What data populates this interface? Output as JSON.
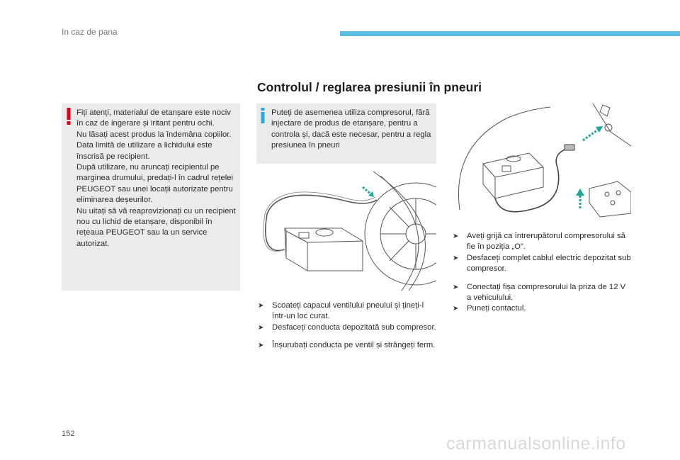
{
  "header": {
    "title": "In caz de pana"
  },
  "section": {
    "title": "Controlul / reglarea presiunii în pneuri"
  },
  "warning": {
    "lines": [
      "Fiți atenți, materialul de etanșare este nociv în caz de ingerare și iritant pentru ochi.",
      "Nu lăsați acest produs la îndemâna copiilor.",
      "Data limită de utilizare a lichidului este înscrisă pe recipient.",
      "După utilizare, nu aruncați recipientul pe marginea drumului, predați-l în cadrul rețelei PEUGEOT sau unei locații autorizate pentru eliminarea deșeurilor.",
      "Nu uitați să vă reaprovizionați cu un recipient nou cu lichid de etanșare, disponibil în rețeaua PEUGEOT sau la un service autorizat."
    ]
  },
  "info": {
    "text": "Puteți de asemenea utiliza compresorul, fără injectare de produs de etanșare, pentru a controla și, dacă este necesar, pentru a regla presiunea în pneuri"
  },
  "steps_left": [
    {
      "group": 1,
      "text": "Scoateți capacul ventilului pneului și țineți-l într-un loc curat."
    },
    {
      "group": 1,
      "text": "Desfaceți conducta depozitată sub compresor."
    },
    {
      "group": 2,
      "text": "Înșurubați conducta pe ventil și strângeți ferm."
    }
  ],
  "steps_right": [
    {
      "group": 1,
      "text": "Aveți grijă ca întrerupătorul compresorului să fie în poziția „O”."
    },
    {
      "group": 1,
      "text": "Desfaceți complet cablul electric depozitat sub compresor."
    },
    {
      "group": 2,
      "text": "Conectați fișa compresorului la priza de 12 V a vehiculului."
    },
    {
      "group": 2,
      "text": "Puneți contactul."
    }
  ],
  "footer": {
    "page_number": "152",
    "watermark": "carmanualsonline.info"
  },
  "colors": {
    "accent_bar": "#5bbfe0",
    "warning_red": "#e3001b",
    "info_blue": "#2aa7df",
    "box_gray": "#ebebeb",
    "teal_arrow": "#1aa89a"
  },
  "icons": {
    "warning": "exclamation-mark-icon",
    "info": "info-i-icon",
    "bullet": "triangle-arrow-icon"
  }
}
